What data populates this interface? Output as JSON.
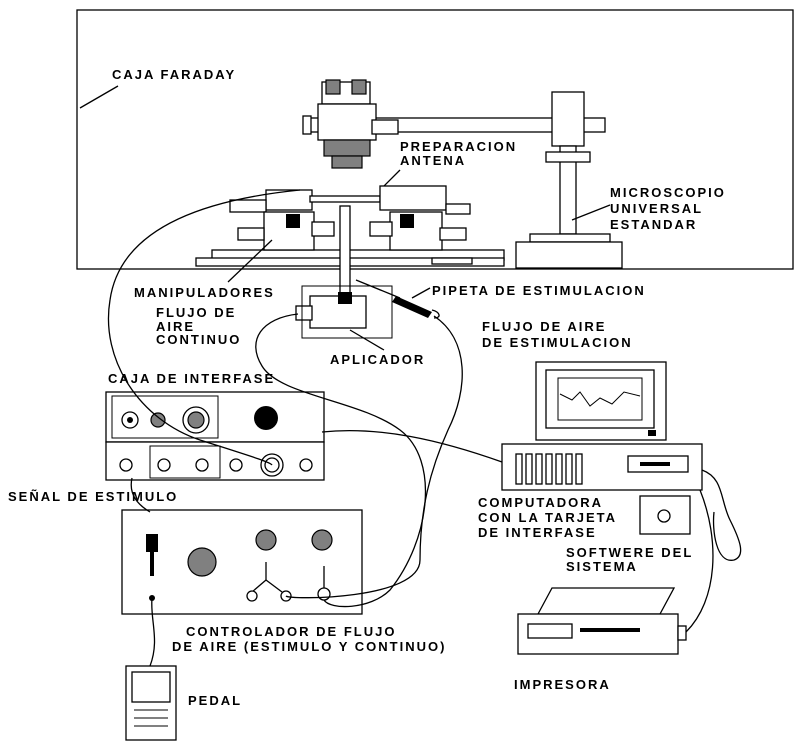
{
  "labels": {
    "faraday": "CAJA FARADAY",
    "preparacion_1": "PREPARACION",
    "preparacion_2": "ANTENA",
    "microscopio_1": "MICROSCOPIO",
    "microscopio_2": "UNIVERSAL",
    "microscopio_3": "ESTANDAR",
    "manipuladores": "MANIPULADORES",
    "pipeta": "PIPETA DE ESTIMULACION",
    "flujo_continuo_1": "FLUJO DE",
    "flujo_continuo_2": "AIRE",
    "flujo_continuo_3": "CONTINUO",
    "flujo_estim_1": "FLUJO DE AIRE",
    "flujo_estim_2": "DE ESTIMULACION",
    "aplicador": "APLICADOR",
    "caja_interfase": "CAJA DE INTERFASE",
    "senal": "SEÑAL DE ESTIMULO",
    "computadora_1": "COMPUTADORA",
    "computadora_2": "CON LA TARJETA",
    "computadora_3": "DE INTERFASE",
    "software_1": "SOFTWERE DEL",
    "software_2": "SISTEMA",
    "controlador_1": "CONTROLADOR DE FLUJO",
    "controlador_2": "DE AIRE (ESTIMULO Y CONTINUO)",
    "impresora": "IMPRESORA",
    "pedal": "PEDAL"
  }
}
